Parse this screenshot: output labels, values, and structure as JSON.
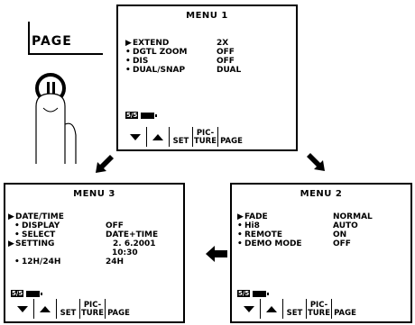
{
  "page_button": {
    "label": "PAGE"
  },
  "menu1": {
    "title": "MENU  1",
    "rows": [
      {
        "marker": "▶",
        "label": "EXTEND",
        "value": "2X"
      },
      {
        "marker": "•",
        "label": "DGTL  ZOOM",
        "value": "OFF"
      },
      {
        "marker": "•",
        "label": "DIS",
        "value": "OFF"
      },
      {
        "marker": "•",
        "label": "DUAL/SNAP",
        "value": "DUAL"
      }
    ]
  },
  "menu2": {
    "title": "MENU  2",
    "rows": [
      {
        "marker": "▶",
        "label": "FADE",
        "value": "NORMAL"
      },
      {
        "marker": "•",
        "label": "Hi8",
        "value": "AUTO"
      },
      {
        "marker": "•",
        "label": "REMOTE",
        "value": "ON"
      },
      {
        "marker": "•",
        "label": "DEMO  MODE",
        "value": "OFF"
      }
    ]
  },
  "menu3": {
    "title": "MENU  3",
    "rows": [
      {
        "marker": "▶",
        "label": "DATE/TIME",
        "value": ""
      },
      {
        "marker": "•",
        "label": "DISPLAY",
        "value": "OFF"
      },
      {
        "marker": "•",
        "label": "SELECT",
        "value": "DATE+TIME"
      },
      {
        "marker": "▶",
        "label": "SETTING",
        "value": "2. 6.2001"
      },
      {
        "marker": "",
        "label": "",
        "value": "10:30"
      },
      {
        "marker": "•",
        "label": "12H/24H",
        "value": "24H"
      }
    ]
  },
  "battery": {
    "fraction": "5/5"
  },
  "softkeys": {
    "down": "down-triangle",
    "up": "up-triangle",
    "set": "SET",
    "picture_line1": "PIC-",
    "picture_line2": "TURE",
    "page": "PAGE"
  },
  "icons": {
    "finger": "finger-pressing-icon",
    "arrow": "arrow-icon"
  }
}
